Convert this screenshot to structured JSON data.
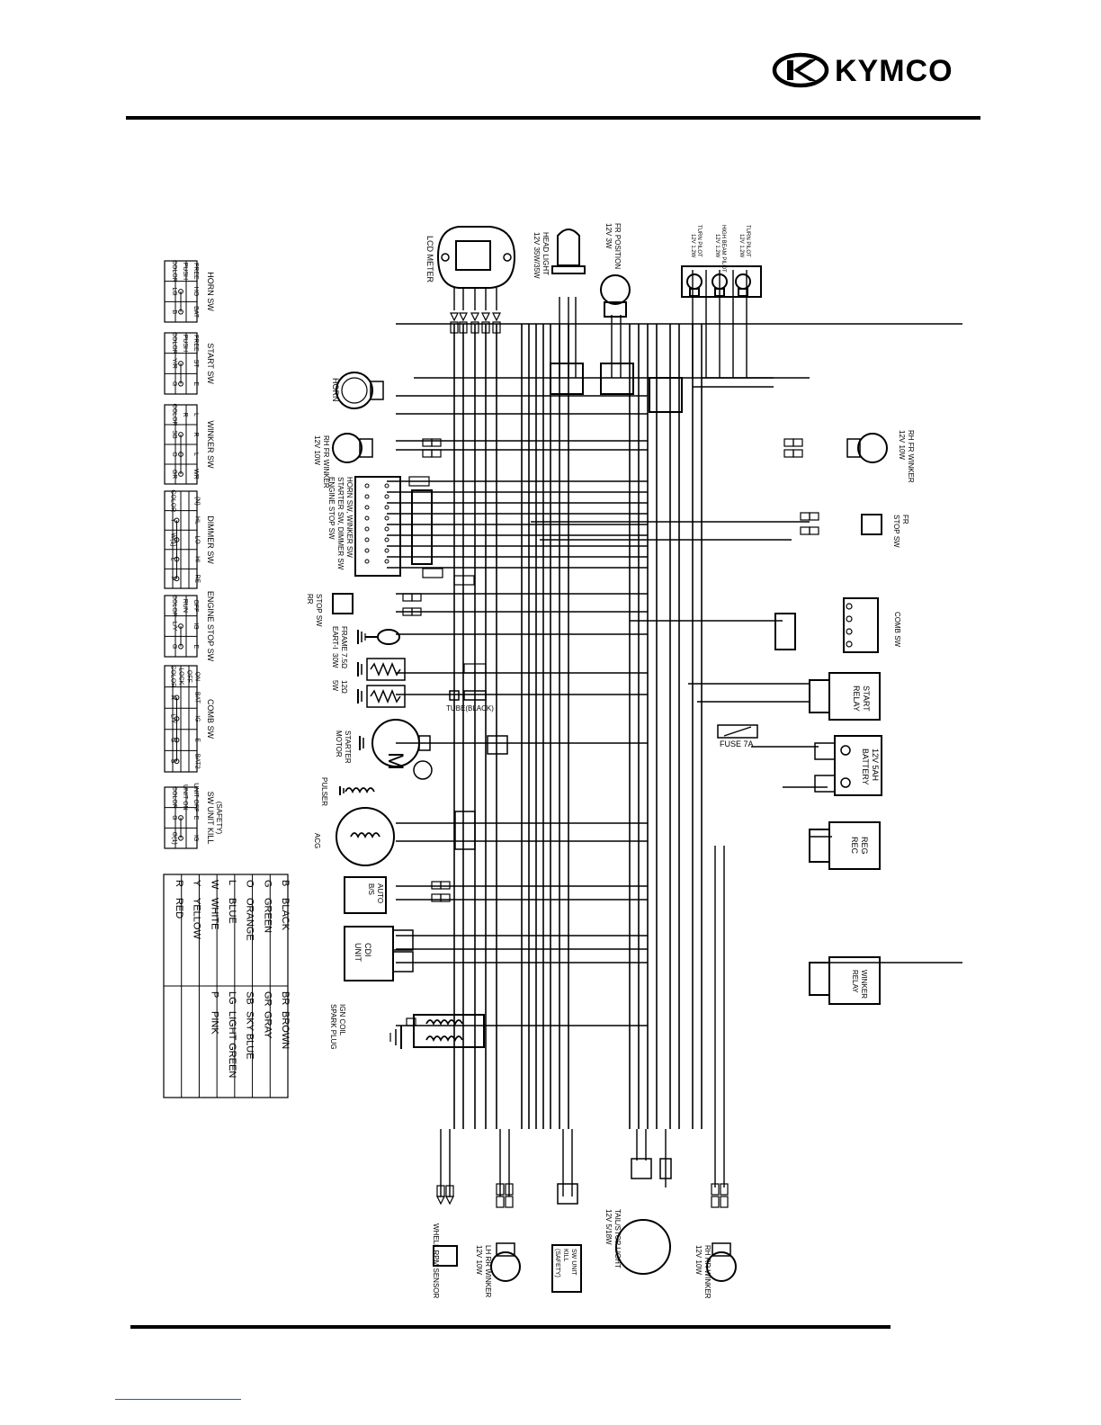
{
  "brand": {
    "name": "KYMCO"
  },
  "switch_tables": {
    "horn_sw": {
      "title": "HORN SW",
      "cols": [
        "HO",
        "BAT"
      ],
      "rows": [
        "FREE",
        "PUSH",
        "COLOR"
      ],
      "colors": [
        "LG",
        "B"
      ]
    },
    "start_sw": {
      "title": "START SW",
      "cols": [
        "ST",
        "E"
      ],
      "rows": [
        "FREE",
        "PUSH",
        "COLOR"
      ],
      "colors": [
        "Y/R",
        "G"
      ]
    },
    "winker_sw": {
      "title": "WINKER SW",
      "cols": [
        "R",
        "L",
        "WR"
      ],
      "rows": [
        "L",
        "R",
        "COLOR"
      ],
      "colors": [
        "SB",
        "O",
        "GR"
      ]
    },
    "dimmer_sw": {
      "title": "DIMMER SW",
      "cols": [
        "HL",
        "LO",
        "HI",
        "RE"
      ],
      "rows": [
        "(N)",
        "",
        "",
        "COLOR"
      ],
      "colors": [
        "Y",
        "W(1)",
        "L",
        "P"
      ]
    },
    "engine_stop_sw": {
      "title": "ENGINE STOP SW",
      "cols": [
        "IG",
        "E"
      ],
      "rows": [
        "OFF",
        "RUN",
        "COLOR"
      ],
      "colors": [
        "L/Y",
        "G"
      ]
    },
    "comb_sw": {
      "title": "COMB SW",
      "cols": [
        "BAT",
        "IG",
        "E",
        "BAT2"
      ],
      "rows": [
        "ON",
        "OFF",
        "LOCK",
        "COLOR"
      ],
      "colors": [
        "R",
        "L/Y",
        "G",
        "B"
      ]
    },
    "sw_unit_kill": {
      "title": "SW UNIT KILL",
      "subtitle": "(SAFETY)",
      "cols": [
        "E",
        "IG"
      ],
      "rows": [
        "UNIT OFF",
        "UNIT ON",
        "COLOR"
      ],
      "colors": [
        "G",
        "G(1)"
      ]
    }
  },
  "color_legend": [
    {
      "code": "B",
      "name": "BLACK"
    },
    {
      "code": "BR",
      "name": "BROWN"
    },
    {
      "code": "G",
      "name": "GREEN"
    },
    {
      "code": "GR",
      "name": "GRAY"
    },
    {
      "code": "O",
      "name": "ORANGE"
    },
    {
      "code": "SB",
      "name": "SKY BLUE"
    },
    {
      "code": "L",
      "name": "BLUE"
    },
    {
      "code": "LG",
      "name": "LIGHT GREEN"
    },
    {
      "code": "W",
      "name": "WHITE"
    },
    {
      "code": "P",
      "name": "PINK"
    },
    {
      "code": "Y",
      "name": "YELLOW"
    },
    {
      "code": "",
      "name": ""
    },
    {
      "code": "R",
      "name": "RED"
    },
    {
      "code": "",
      "name": ""
    }
  ],
  "components": {
    "lcd_meter": "LCD METER",
    "head_light": [
      "HEAD LIGHT",
      "12V 35W/35W"
    ],
    "fr_position": [
      "FR POSITION",
      "12V 3W"
    ],
    "pilots": [
      "TURN PILOT 12V 1.2W",
      "HIGH BEAM PILOT 12V 1.2W",
      "TURN PILOT 12V 1.2W"
    ],
    "horn": "HORN",
    "rh_fr_winker_left": [
      "RH FR WINKER",
      "12V 10W"
    ],
    "rh_fr_winker_right": [
      "RH FR WINKER",
      "12V 10W"
    ],
    "handle_sw": [
      "HORN SW, WINKER SW",
      "STARTER SW, DIMMER SW",
      "ENGINE STOP SW"
    ],
    "fr_stop_sw": [
      "FR",
      "STOP SW"
    ],
    "rr_stop_sw": [
      "STOP SW",
      "RR"
    ],
    "comb_sw": "COMB SW",
    "frame_earth": [
      "FRAME",
      "EART-I"
    ],
    "resistor_1": [
      "7.5Ω",
      "30W"
    ],
    "resistor_2": [
      "12Ω",
      "5W"
    ],
    "tube": "TUBE(BLACK)",
    "start_relay": [
      "START",
      "RELAY"
    ],
    "fuse": "FUSE 7A",
    "battery": [
      "12V 5AH",
      "BATTERY"
    ],
    "starter_motor": [
      "STARTER",
      "MOTOR"
    ],
    "pulser": "PULSER",
    "acg": "ACG",
    "reg_rec": [
      "REG",
      "REC"
    ],
    "auto_bs": [
      "AUTO",
      "B/S"
    ],
    "cdi": [
      "CDI",
      "UNIT"
    ],
    "winker_relay": [
      "WINKER",
      "RELAY"
    ],
    "ign_coil": [
      "IGN COIL",
      "SPARK PLUG"
    ],
    "wheel_rpm": "WHELL RPM SENSOR",
    "lh_rr_winker": [
      "LH RR WINKER",
      "12V 10W"
    ],
    "sw_unit_kill": [
      "SW UNIT",
      "KILL",
      "(SAFETY)"
    ],
    "tail_stop": [
      "TAIL/STOP LIGHT",
      "12V 5/18W"
    ],
    "rh_rr_winker": [
      "RH RR WINKER",
      "12V 10W"
    ]
  }
}
